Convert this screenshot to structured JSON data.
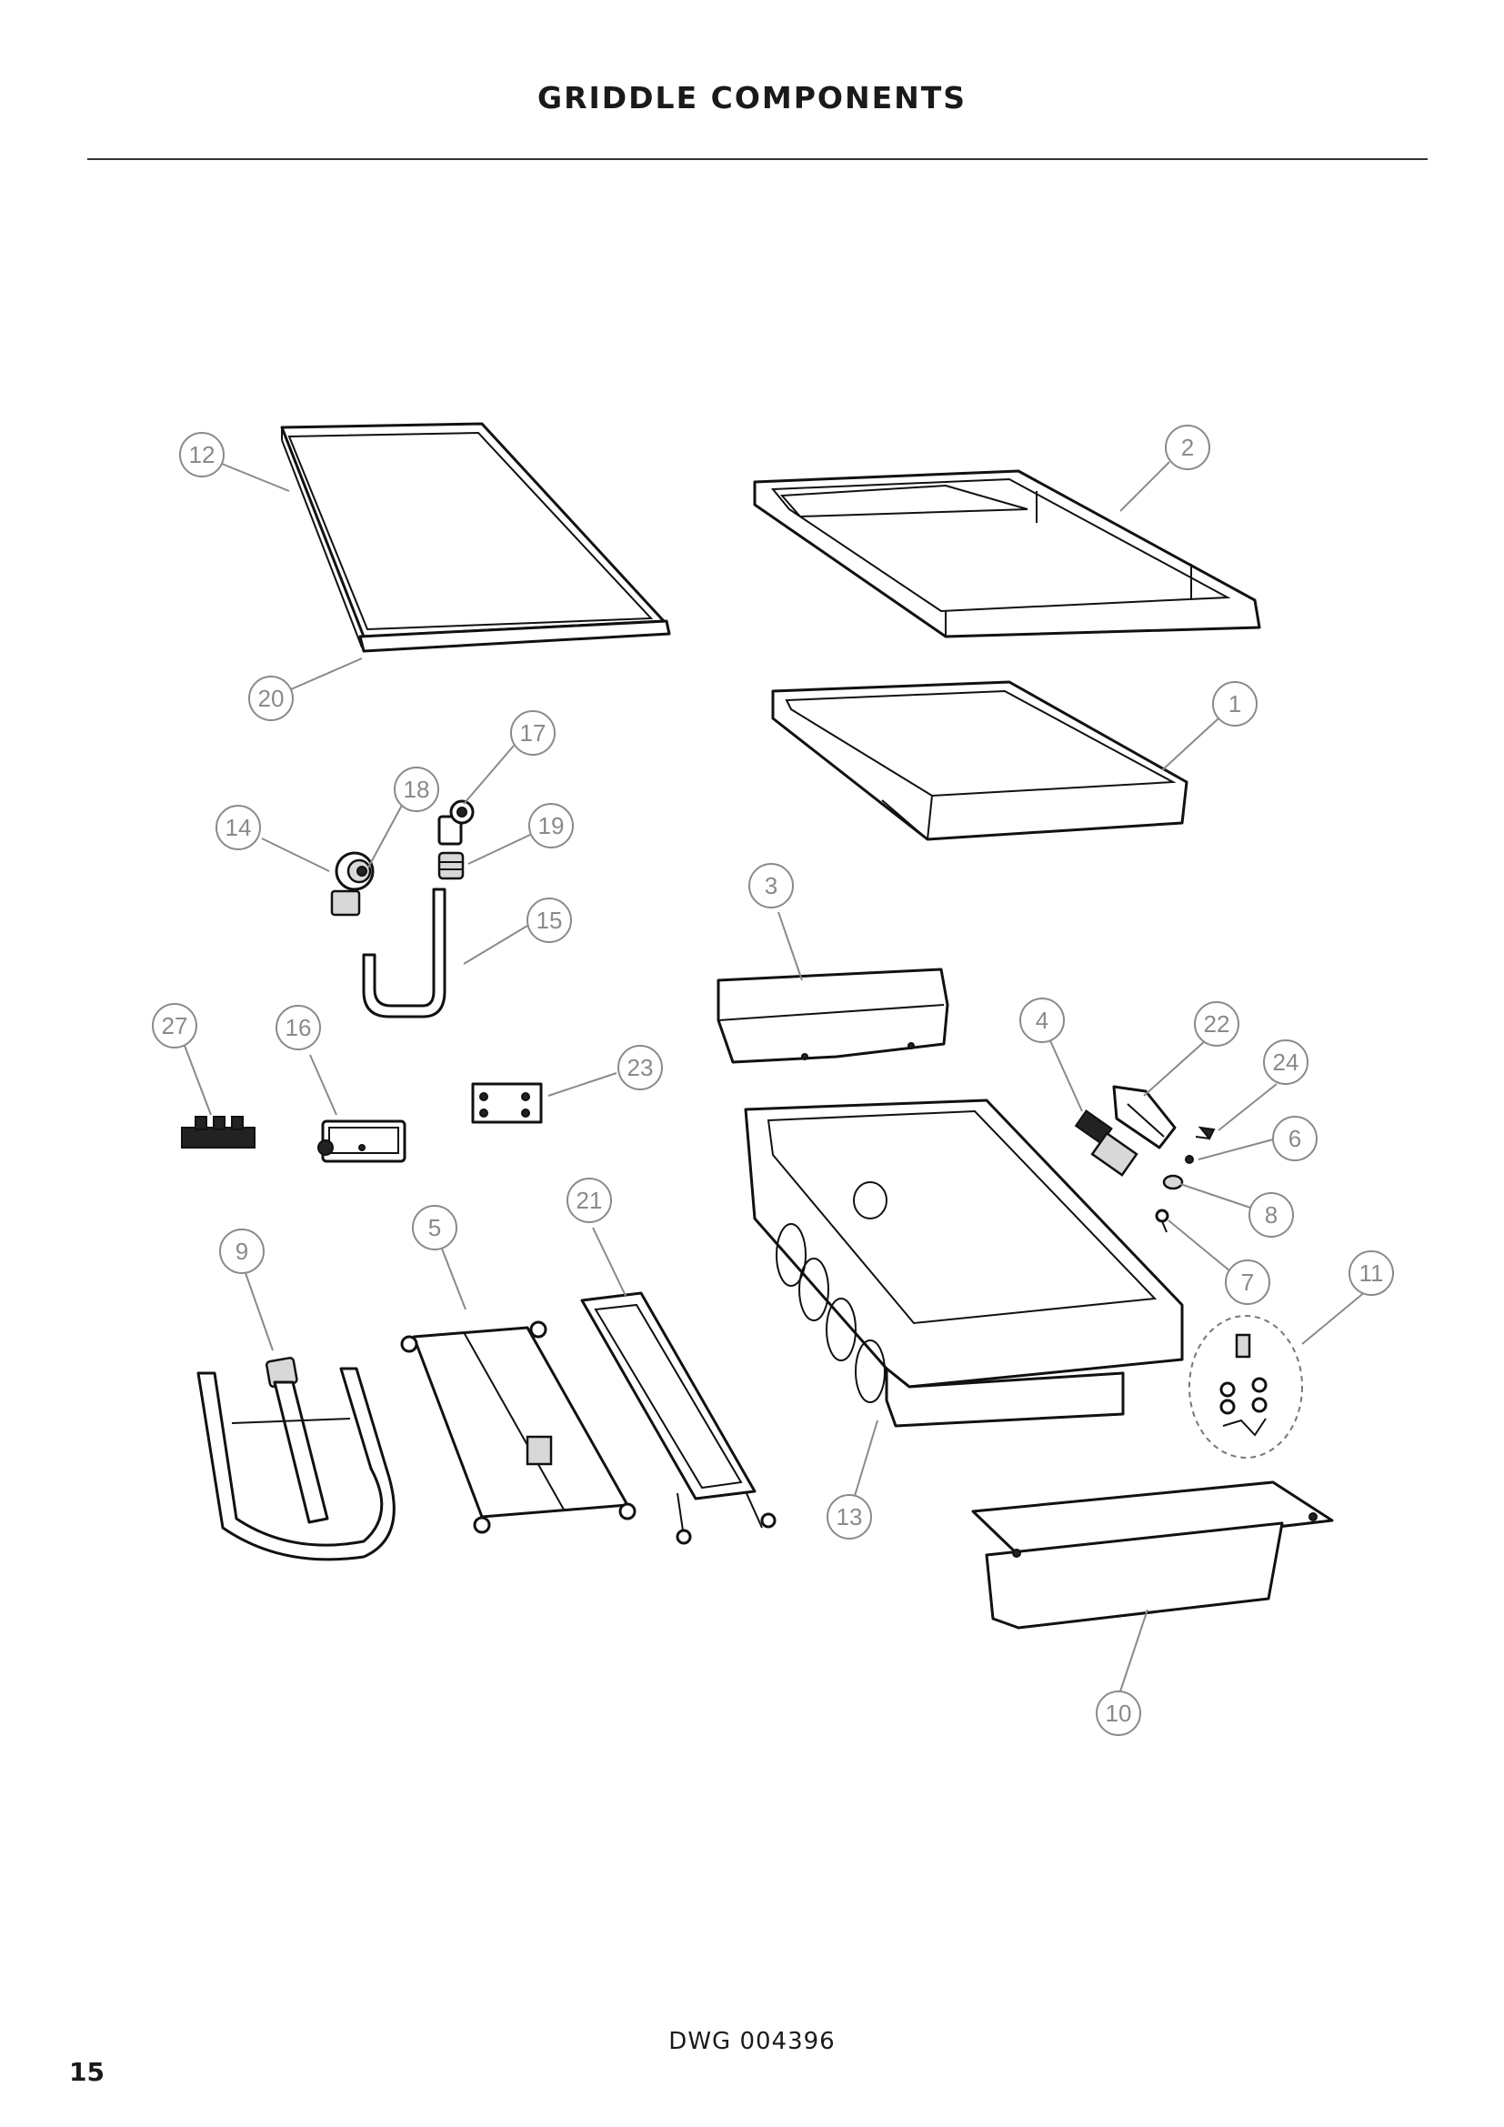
{
  "page": {
    "title": "GRIDDLE COMPONENTS",
    "drawing_number": "DWG 004396",
    "page_number": "15"
  },
  "callouts": [
    "12",
    "2",
    "20",
    "1",
    "17",
    "18",
    "19",
    "14",
    "15",
    "3",
    "27",
    "16",
    "23",
    "4",
    "22",
    "24",
    "6",
    "21",
    "8",
    "5",
    "9",
    "7",
    "11",
    "13",
    "10"
  ]
}
